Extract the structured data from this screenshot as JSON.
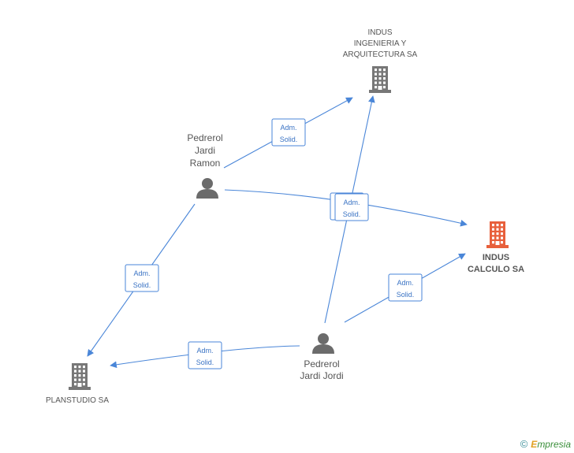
{
  "colors": {
    "edge": "#4a86d8",
    "company": "#777777",
    "focus_company": "#e8603c",
    "person": "#6b6b6b"
  },
  "nodes": [
    {
      "id": "indus_ing",
      "kind": "company",
      "label_lines": [
        "INDUS",
        "INGENIERIA Y",
        "ARQUITECTURA SA"
      ],
      "icon": "building-icon"
    },
    {
      "id": "indus_calc",
      "kind": "focus-company",
      "label_lines": [
        "INDUS",
        "CALCULO SA"
      ],
      "icon": "building-icon"
    },
    {
      "id": "planstudio",
      "kind": "company",
      "label_lines": [
        "PLANSTUDIO SA"
      ],
      "icon": "building-icon"
    },
    {
      "id": "ramon",
      "kind": "person",
      "label_lines": [
        "Pedrerol",
        "Jardi",
        "Ramon"
      ],
      "icon": "person-icon"
    },
    {
      "id": "jordi",
      "kind": "person",
      "label_lines": [
        "Pedrerol",
        "Jardi Jordi"
      ],
      "icon": "person-icon"
    }
  ],
  "edges": [
    {
      "from": "ramon",
      "to": "indus_ing",
      "label_lines": [
        "Adm.",
        "Solid."
      ]
    },
    {
      "from": "ramon",
      "to": "indus_calc",
      "label_lines": [
        "Adm.",
        "Solid."
      ]
    },
    {
      "from": "ramon",
      "to": "planstudio",
      "label_lines": [
        "Adm.",
        "Solid."
      ]
    },
    {
      "from": "jordi",
      "to": "indus_ing",
      "label_lines": [
        "Adm.",
        "Solid."
      ]
    },
    {
      "from": "jordi",
      "to": "indus_calc",
      "label_lines": [
        "Adm.",
        "Solid."
      ]
    },
    {
      "from": "jordi",
      "to": "planstudio",
      "label_lines": [
        "Adm.",
        "Solid."
      ]
    }
  ],
  "brand": {
    "copyright": "©",
    "initial": "E",
    "rest": "mpresia"
  }
}
